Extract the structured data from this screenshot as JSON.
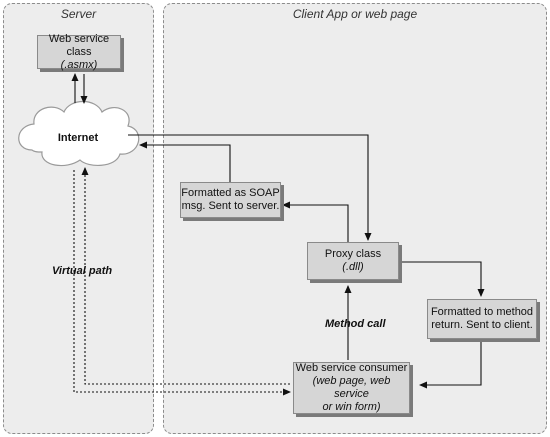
{
  "regions": {
    "server": "Server",
    "client": "Client App or web page"
  },
  "nodes": {
    "web_service_class": {
      "title": "Web service class",
      "sub": "(.asmx)"
    },
    "internet": "Internet",
    "soap": {
      "line1": "Formatted as SOAP",
      "line2": "msg. Sent to server."
    },
    "proxy": {
      "title": "Proxy class",
      "sub": "(.dll)"
    },
    "method_return": {
      "line1": "Formatted to method",
      "line2": "return. Sent to client."
    },
    "consumer": {
      "title": "Web service consumer",
      "sub1": "(web page, web service",
      "sub2": "or win form)"
    }
  },
  "edges": {
    "virtual_path": "Virtual path",
    "method_call": "Method call"
  }
}
